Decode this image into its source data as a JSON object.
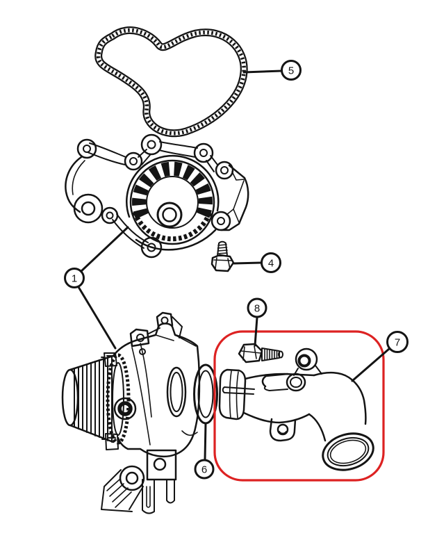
{
  "figure": {
    "type": "exploded-parts-diagram",
    "colors": {
      "background": "#ffffff",
      "line": "#141414",
      "highlight": "#dd2222"
    },
    "highlighted_callout": "7",
    "callouts": {
      "c1": {
        "label": "1"
      },
      "c4": {
        "label": "4"
      },
      "c5": {
        "label": "5"
      },
      "c6": {
        "label": "6"
      },
      "c7": {
        "label": "7"
      },
      "c8": {
        "label": "8"
      }
    }
  }
}
